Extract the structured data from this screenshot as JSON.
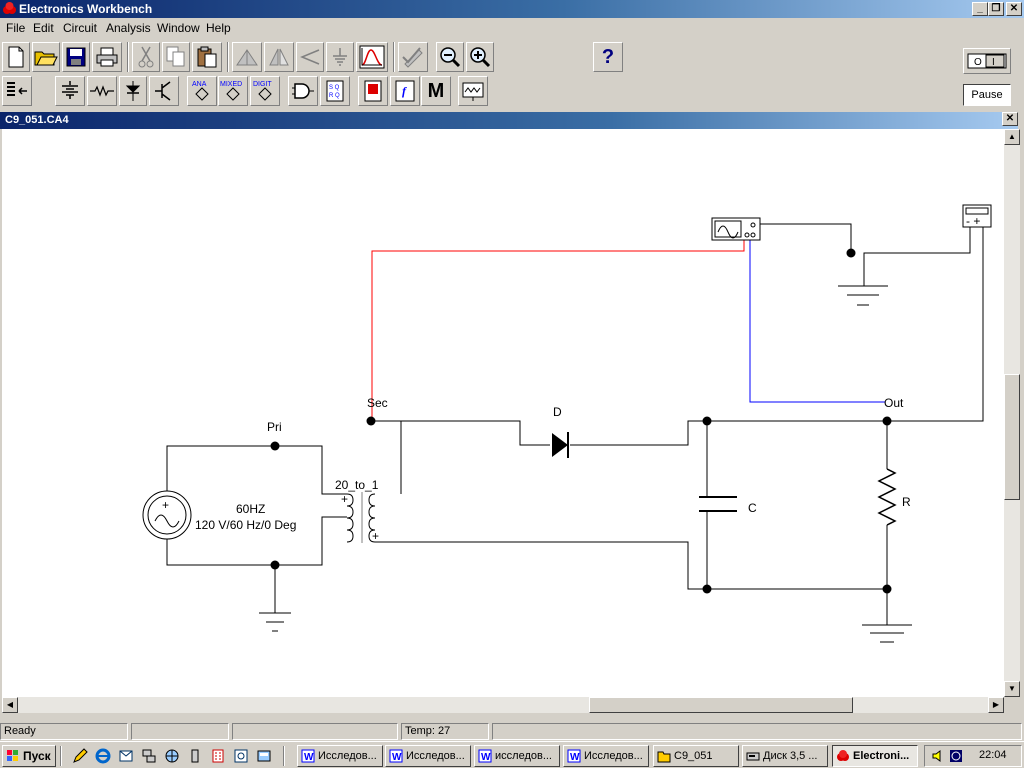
{
  "window": {
    "title": "Electronics Workbench",
    "controls": {
      "minimize": "_",
      "restore": "❐",
      "close": "✕"
    }
  },
  "menu": [
    "File",
    "Edit",
    "Circuit",
    "Analysis",
    "Window",
    "Help"
  ],
  "toolbar": {
    "help_label": "?",
    "pause_label": "Pause",
    "ana_label": "ANA",
    "mixed_label": "MIXED",
    "digit_label": "DIGIT",
    "m_label": "M",
    "f_label": "f"
  },
  "document": {
    "title": "C9_051.CA4",
    "close": "✕"
  },
  "circuit": {
    "labels": {
      "pri": "Pri",
      "sec": "Sec",
      "diode": "D",
      "capacitor": "C",
      "resistor": "R",
      "out": "Out",
      "transformer": "20_to_1",
      "source_name": "60HZ",
      "source_value": "120 V/60 Hz/0 Deg"
    },
    "colors": {
      "wire": "#000000",
      "probe_red": "#ff0000",
      "probe_blue": "#0000ff"
    }
  },
  "statusbar": {
    "status": "Ready",
    "temp": "Temp:  27"
  },
  "taskbar": {
    "start_label": "Пуск",
    "tasks": [
      "Исследов...",
      "Исследов...",
      "исследов...",
      "Исследов...",
      "C9_051",
      "Диск 3,5 ...",
      "Electroni..."
    ],
    "clock": "22:04"
  }
}
